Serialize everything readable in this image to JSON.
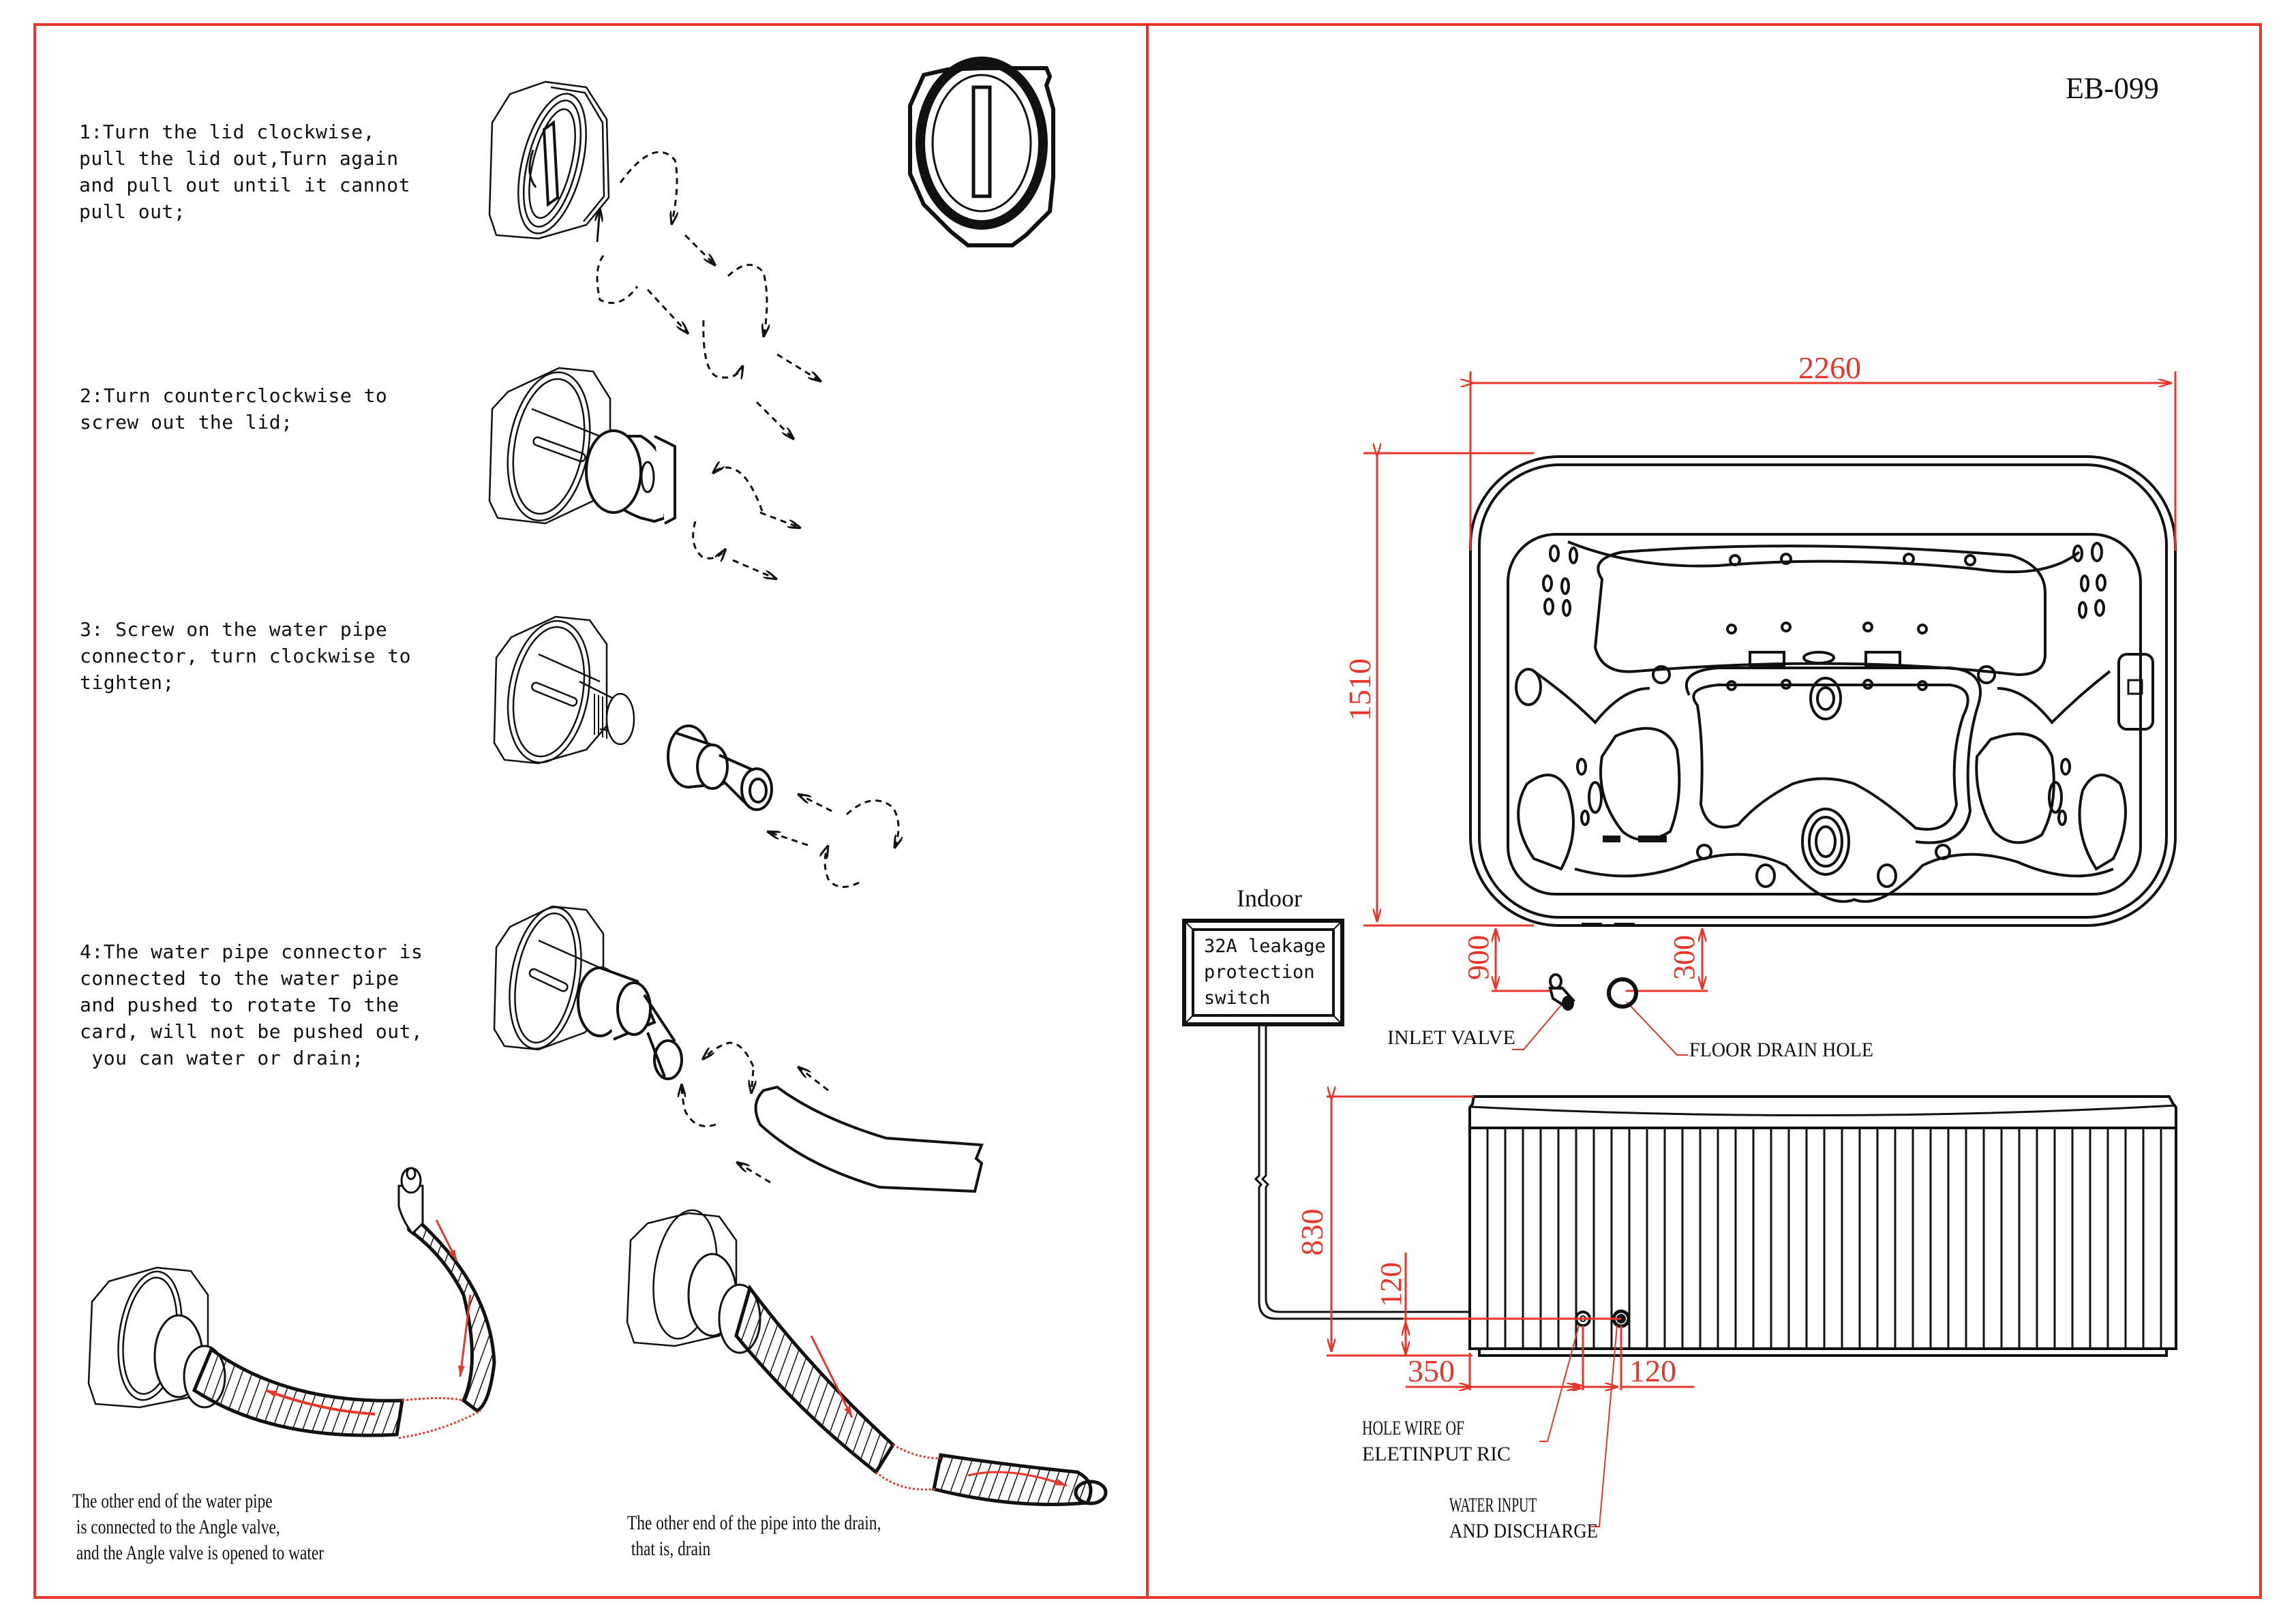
{
  "document": {
    "model_number": "EB-099",
    "border_color": "#e8352a",
    "dimension_color": "#e8352a",
    "line_color": "#111111"
  },
  "instructions": {
    "steps": [
      {
        "number": 1,
        "text": "1:Turn the lid clockwise,\npull the lid out,Turn again\nand pull out until it cannot\npull out;"
      },
      {
        "number": 2,
        "text": "2:Turn counterclockwise to\nscrew out the lid;"
      },
      {
        "number": 3,
        "text": "3: Screw on the water pipe\nconnector, turn clockwise to\ntighten;"
      },
      {
        "number": 4,
        "text": "4:The water pipe connector is\nconnected to the water pipe\nand pushed to rotate To the\ncard, will not be pushed out,\n you can water or drain;"
      }
    ],
    "captions": [
      {
        "id": "angle-valve",
        "text": "The other end of the water pipe\n is connected to the Angle valve,\n and the Angle valve is opened to water"
      },
      {
        "id": "drain",
        "text": "The other end of the pipe into the drain,\n that is, drain"
      }
    ]
  },
  "top_view": {
    "width_mm": "2260",
    "depth_mm": "1510",
    "inlet_offset_mm": "900",
    "drain_offset_mm": "300",
    "labels": {
      "inlet_valve": "INLET VALVE",
      "floor_drain_hole": "FLOOR DRAIN HOLE"
    }
  },
  "indoor": {
    "title": "Indoor",
    "switch_label": "32A leakage\nprotection\nswitch"
  },
  "front_view": {
    "height_mm": "830",
    "hole_height_mm": "120",
    "hole_side_offset_mm": "350",
    "hole_spacing_mm": "120",
    "labels": {
      "electric_hole": "HOLE WIRE OF\nELETINPUT RIC",
      "water_io": "WATER INPUT\nAND DISCHARGE"
    }
  }
}
